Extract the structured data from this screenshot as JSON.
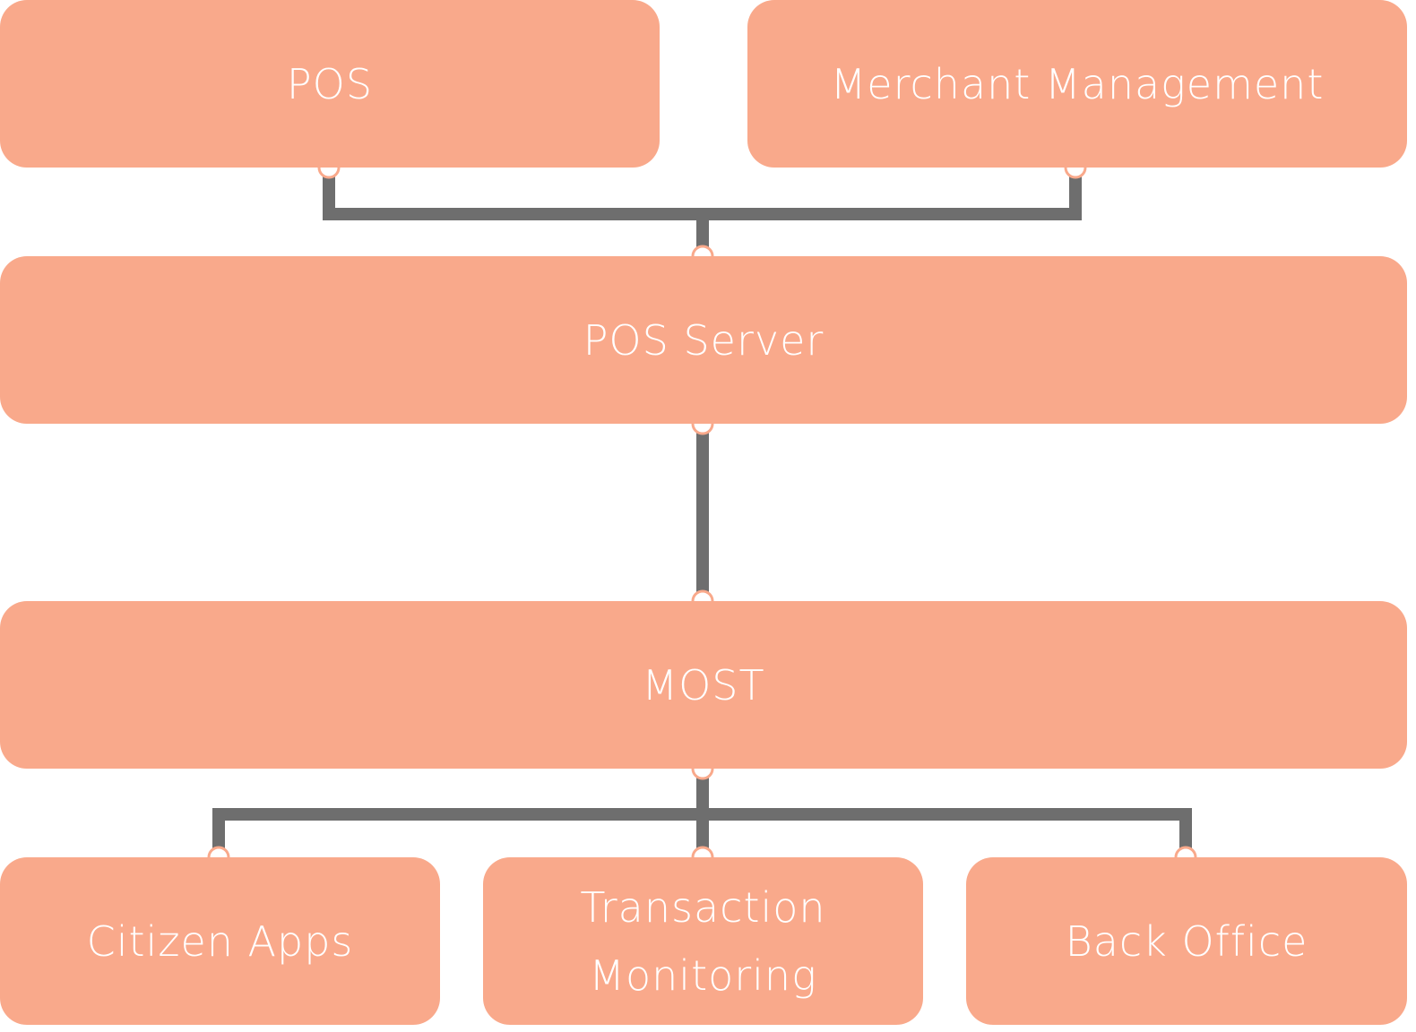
{
  "colors": {
    "box_fill": "#F9A98B",
    "box_text": "#FFFFFF",
    "connector": "#6E6E6E",
    "port_fill": "#FFFFFF"
  },
  "nodes": {
    "pos": "POS",
    "merchant_management": "Merchant Management",
    "pos_server": "POS Server",
    "most": "MOST",
    "citizen_apps": "Citizen Apps",
    "transaction_monitoring": "Transaction Monitoring",
    "back_office": "Back Office"
  },
  "edges": [
    {
      "from": "POS",
      "to": "POS Server"
    },
    {
      "from": "Merchant Management",
      "to": "POS Server"
    },
    {
      "from": "POS Server",
      "to": "MOST"
    },
    {
      "from": "MOST",
      "to": "Citizen Apps"
    },
    {
      "from": "MOST",
      "to": "Transaction Monitoring"
    },
    {
      "from": "MOST",
      "to": "Back Office"
    }
  ]
}
